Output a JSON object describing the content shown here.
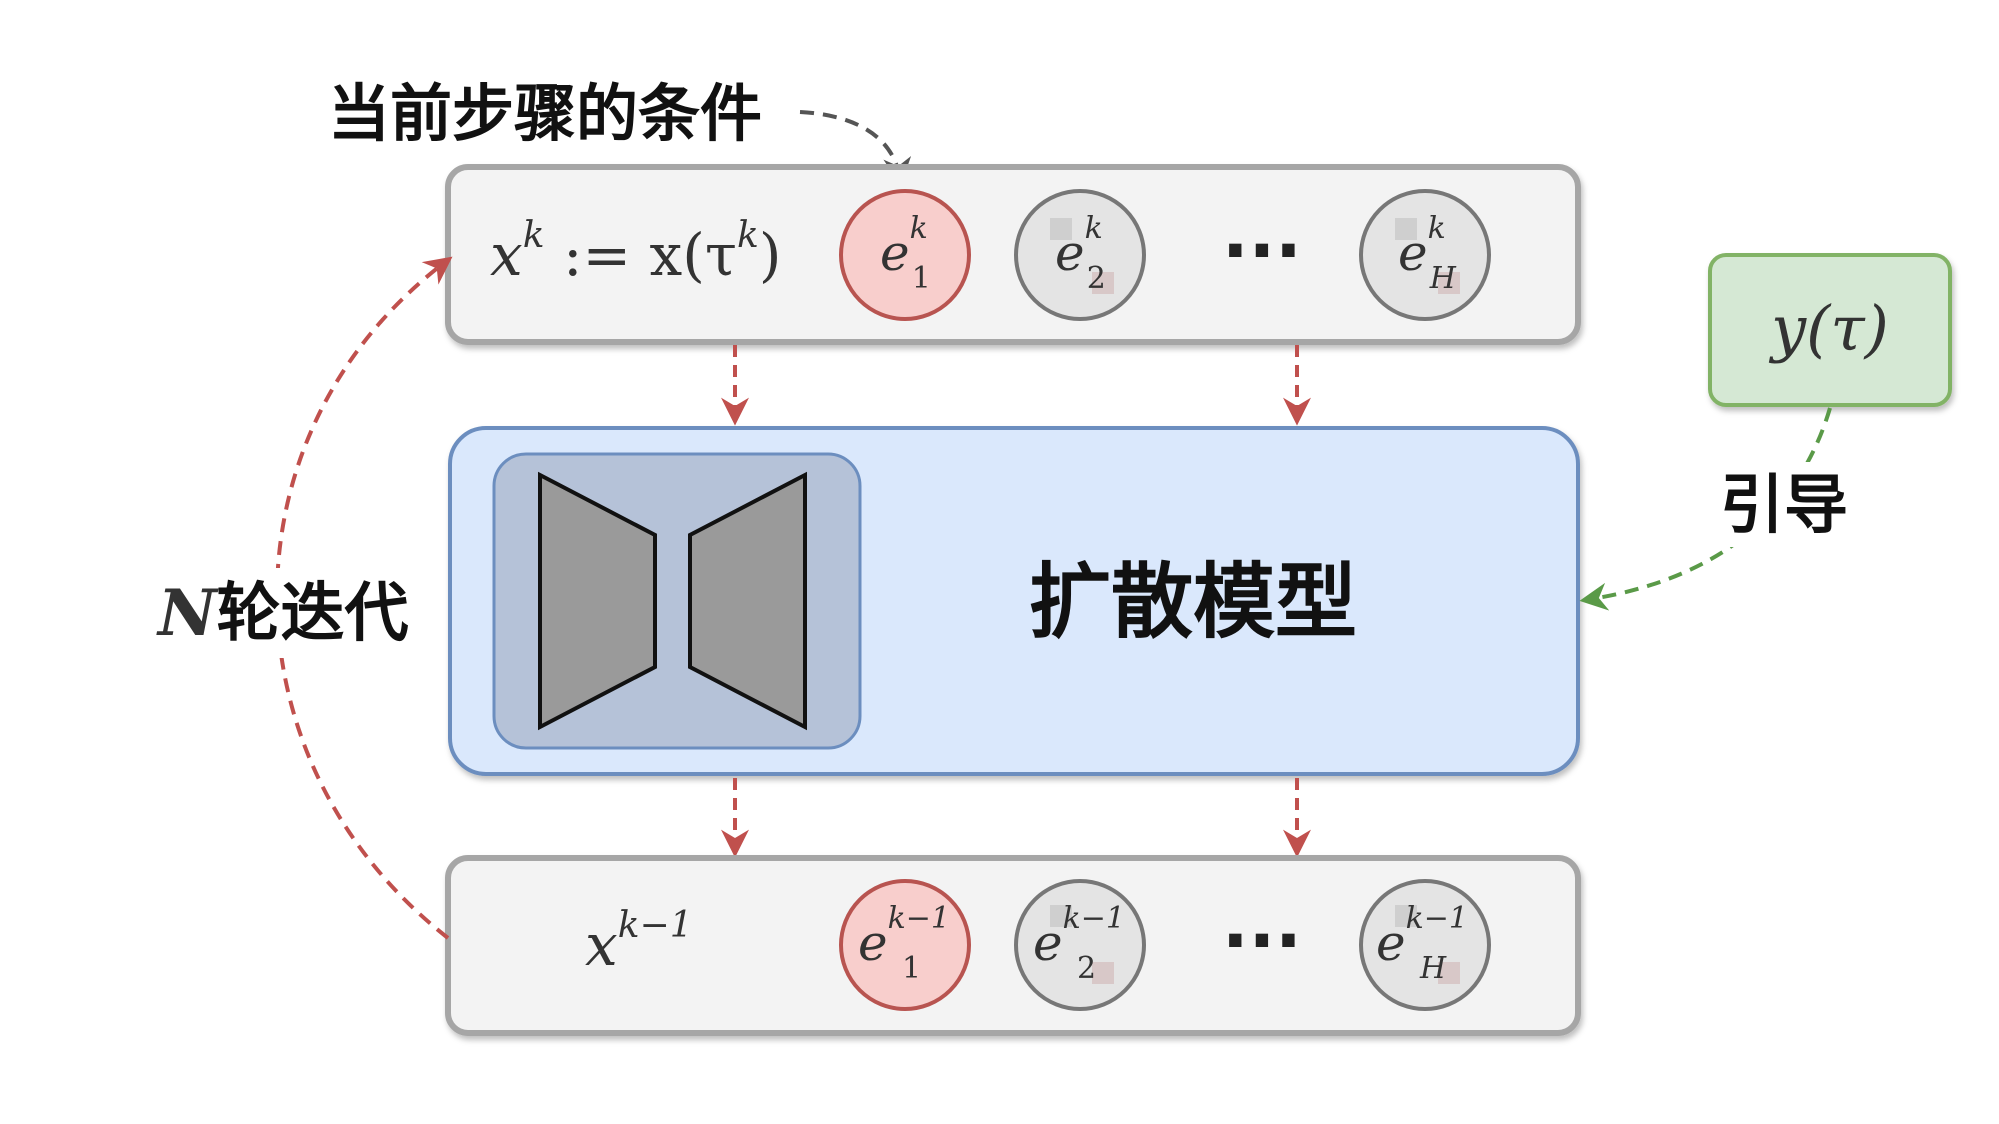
{
  "labels": {
    "condition_note": "当前步骤的条件",
    "iterations_N": "N",
    "iterations_text": "轮迭代",
    "guide": "引导",
    "model": "扩散模型"
  },
  "top_row": {
    "x_var": "x",
    "x_sup": "k",
    "assign": " := x(τ",
    "assign_sup": "k",
    "assign_close": ")",
    "ellipsis": "···",
    "circles": [
      {
        "base": "e",
        "sup": "k",
        "sub": "1",
        "highlight": true
      },
      {
        "base": "e",
        "sup": "k",
        "sub": "2",
        "highlight": false
      },
      {
        "base": "e",
        "sup": "k",
        "sub": "H",
        "highlight": false
      }
    ]
  },
  "bottom_row": {
    "x_var": "x",
    "x_sup": "k−1",
    "ellipsis": "···",
    "circles": [
      {
        "base": "e",
        "sup": "k−1",
        "sub": "1",
        "highlight": true
      },
      {
        "base": "e",
        "sup": "k−1",
        "sub": "2",
        "highlight": false
      },
      {
        "base": "e",
        "sup": "k−1",
        "sub": "H",
        "highlight": false
      }
    ]
  },
  "guide_box": {
    "text": "y(τ)"
  },
  "colors": {
    "arrow_red": "#c0504d",
    "arrow_green": "#5a9a48",
    "row_bg": "#f3f3f3",
    "row_border": "#a6a6a6",
    "model_bg": "#dae8fc",
    "model_border": "#6c8ebf",
    "inner_bg": "#b5c2d8",
    "trapezoid": "#9a9a9a",
    "highlight_circle": "#f8cecc",
    "highlight_border": "#b85450",
    "guide_bg": "#d5e8d4",
    "guide_border": "#82b366"
  }
}
